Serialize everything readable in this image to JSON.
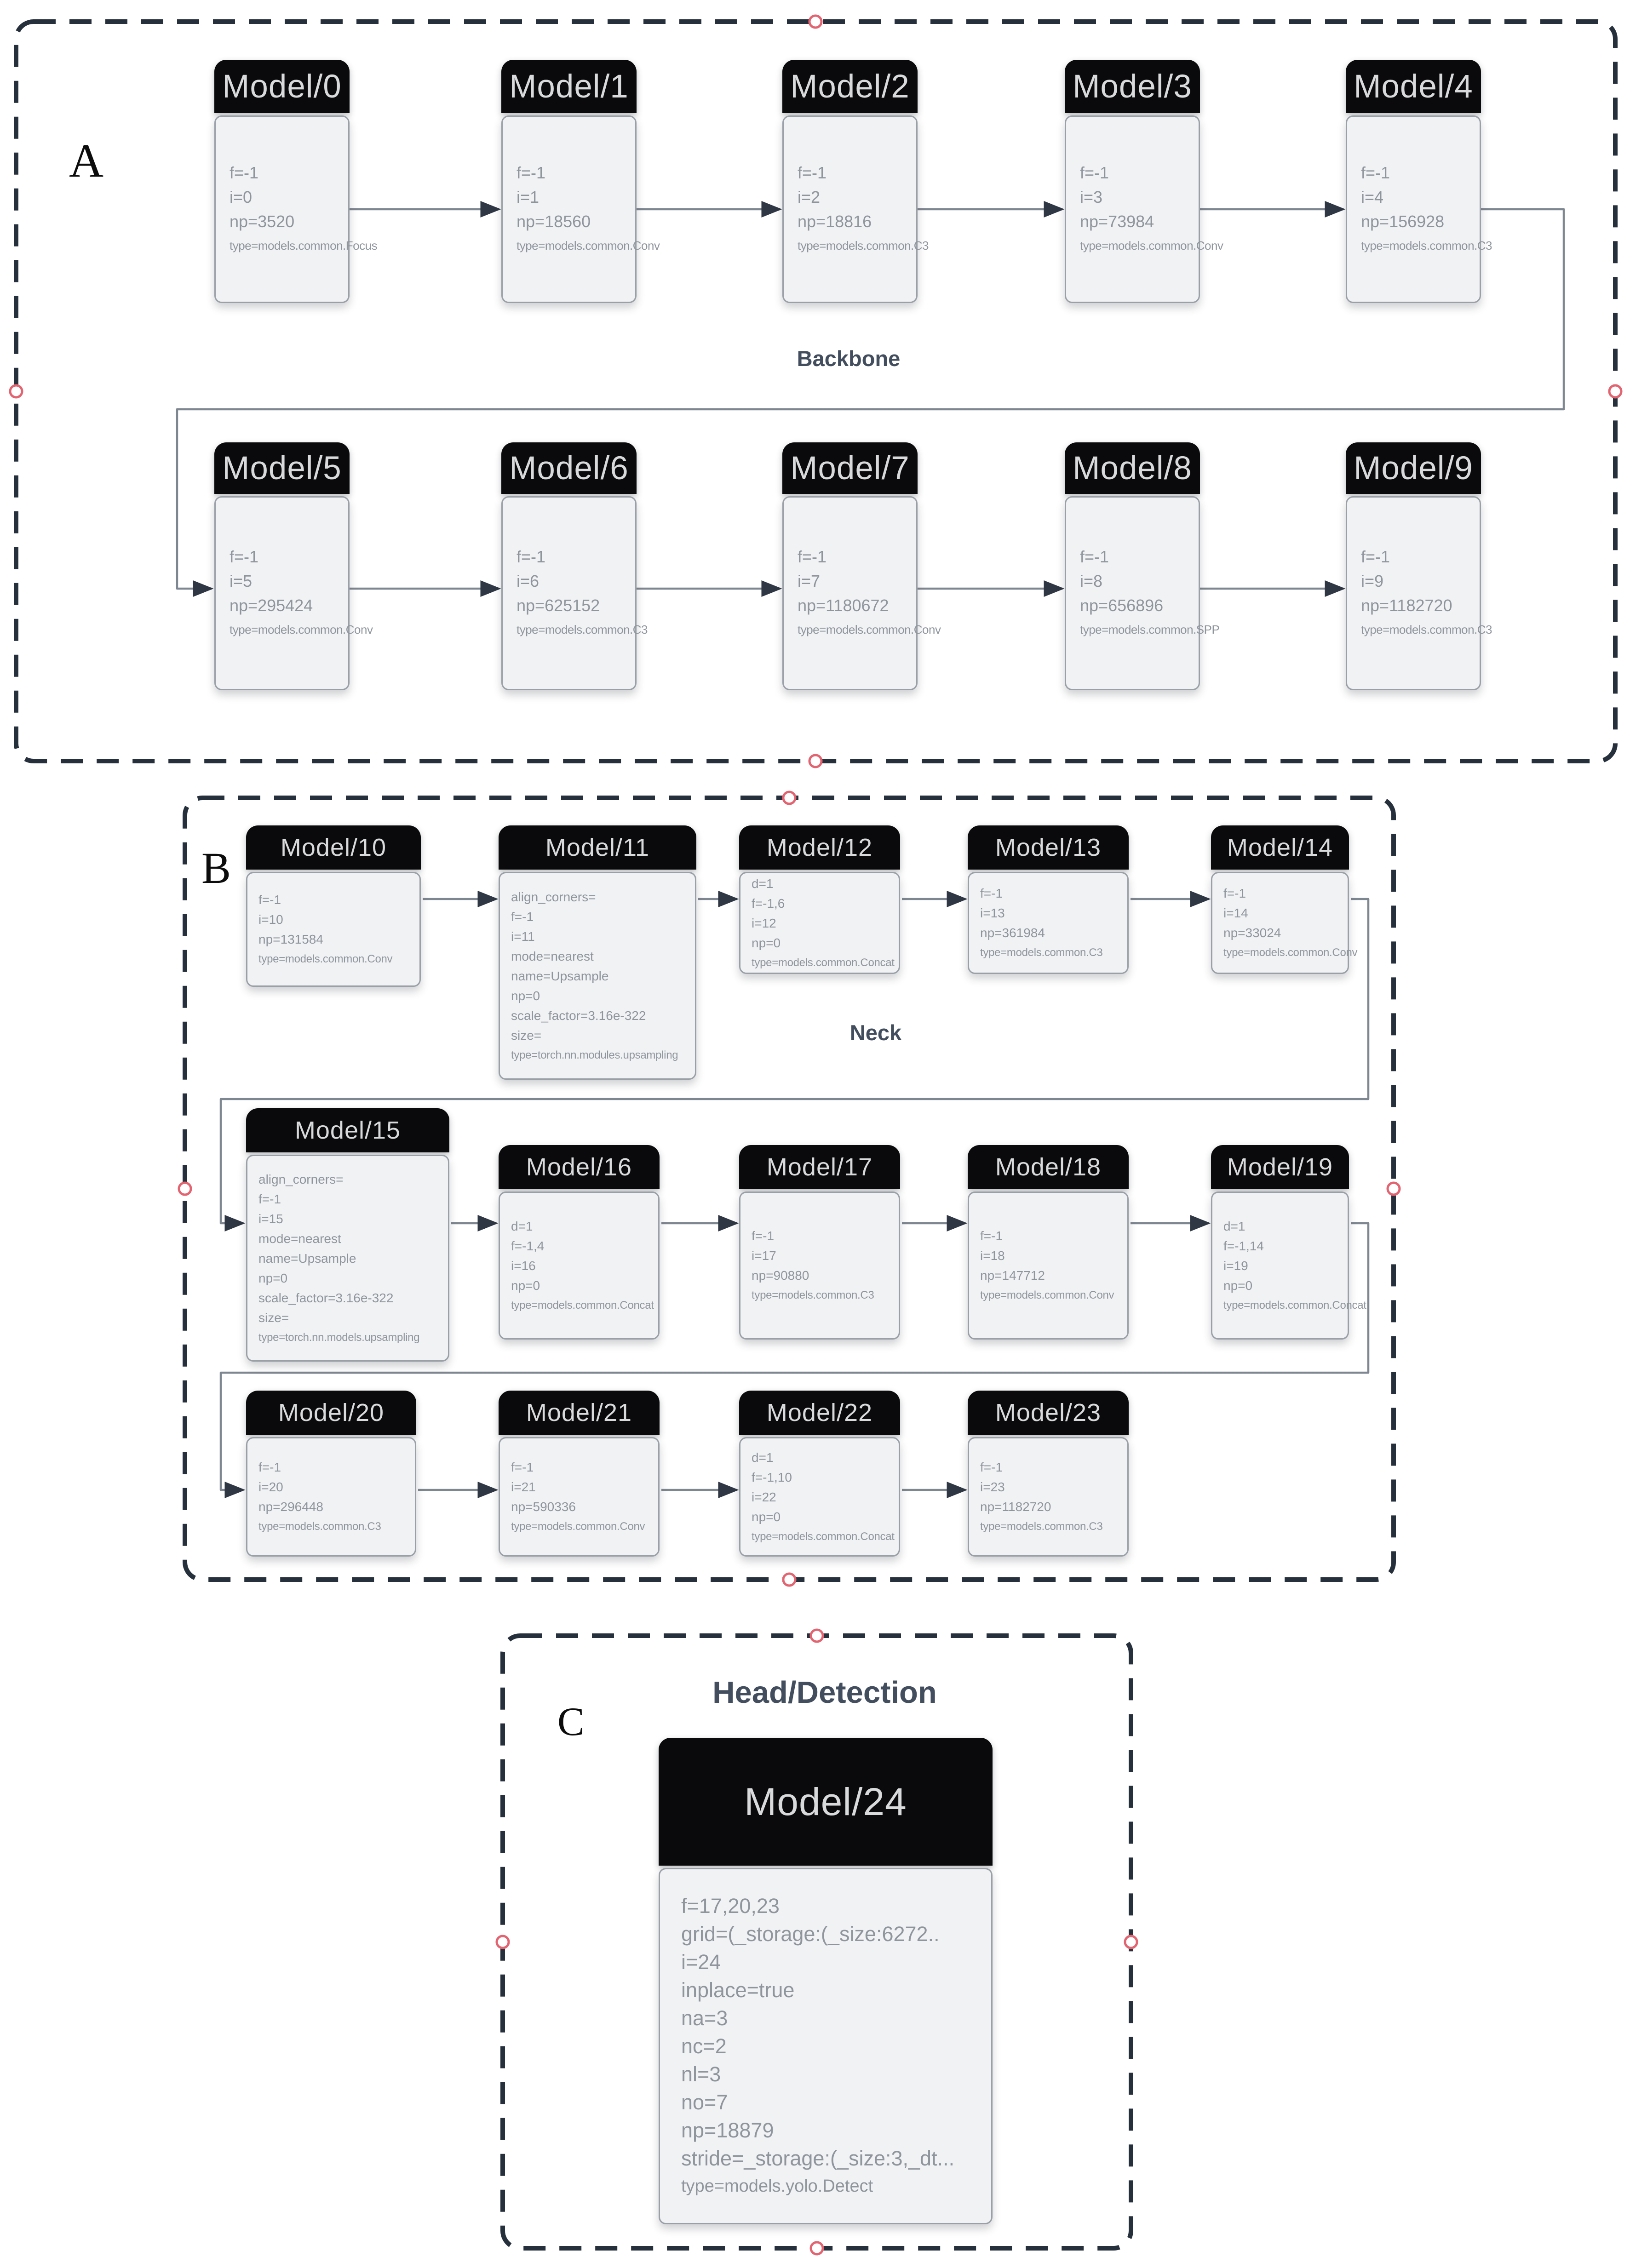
{
  "diagram": {
    "colors": {
      "node_header_bg": "#0a0a0c",
      "node_header_text": "#d9dadc",
      "node_body_bg": "#f1f2f4",
      "node_body_border": "#9aa0a8",
      "node_body_text": "#8f959d",
      "section_border": "#26303c",
      "caption_color": "#424d5d",
      "connector_color": "#7e8690",
      "arrowhead_color": "#2e3743",
      "handle_color": "#e36471"
    },
    "sections": [
      {
        "label": "A",
        "caption": "Backbone",
        "nodes": [
          {
            "title": "Model/0",
            "lines": [
              "f=-1",
              "i=0",
              "np=3520",
              "type=models.common.Focus"
            ]
          },
          {
            "title": "Model/1",
            "lines": [
              "f=-1",
              "i=1",
              "np=18560",
              "type=models.common.Conv"
            ]
          },
          {
            "title": "Model/2",
            "lines": [
              "f=-1",
              "i=2",
              "np=18816",
              "type=models.common.C3"
            ]
          },
          {
            "title": "Model/3",
            "lines": [
              "f=-1",
              "i=3",
              "np=73984",
              "type=models.common.Conv"
            ]
          },
          {
            "title": "Model/4",
            "lines": [
              "f=-1",
              "i=4",
              "np=156928",
              "type=models.common.C3"
            ]
          },
          {
            "title": "Model/5",
            "lines": [
              "f=-1",
              "i=5",
              "np=295424",
              "type=models.common.Conv"
            ]
          },
          {
            "title": "Model/6",
            "lines": [
              "f=-1",
              "i=6",
              "np=625152",
              "type=models.common.C3"
            ]
          },
          {
            "title": "Model/7",
            "lines": [
              "f=-1",
              "i=7",
              "np=1180672",
              "type=models.common.Conv"
            ]
          },
          {
            "title": "Model/8",
            "lines": [
              "f=-1",
              "i=8",
              "np=656896",
              "type=models.common.SPP"
            ]
          },
          {
            "title": "Model/9",
            "lines": [
              "f=-1",
              "i=9",
              "np=1182720",
              "type=models.common.C3"
            ]
          }
        ]
      },
      {
        "label": "B",
        "caption": "Neck",
        "nodes": [
          {
            "title": "Model/10",
            "lines": [
              "f=-1",
              "i=10",
              "np=131584",
              "type=models.common.Conv"
            ]
          },
          {
            "title": "Model/11",
            "lines": [
              "align_corners=",
              "f=-1",
              "i=11",
              "mode=nearest",
              "name=Upsample",
              "np=0",
              "scale_factor=3.16e-322",
              "size=",
              "type=torch.nn.modules.upsampling"
            ]
          },
          {
            "title": "Model/12",
            "lines": [
              "d=1",
              "f=-1,6",
              "i=12",
              "np=0",
              "type=models.common.Concat"
            ]
          },
          {
            "title": "Model/13",
            "lines": [
              "f=-1",
              "i=13",
              "np=361984",
              "type=models.common.C3"
            ]
          },
          {
            "title": "Model/14",
            "lines": [
              "f=-1",
              "i=14",
              "np=33024",
              "type=models.common.Conv"
            ]
          },
          {
            "title": "Model/15",
            "lines": [
              "align_corners=",
              "f=-1",
              "i=15",
              "mode=nearest",
              "name=Upsample",
              "np=0",
              "scale_factor=3.16e-322",
              "size=",
              "type=torch.nn.models.upsampling"
            ]
          },
          {
            "title": "Model/16",
            "lines": [
              "d=1",
              "f=-1,4",
              "i=16",
              "np=0",
              "type=models.common.Concat"
            ]
          },
          {
            "title": "Model/17",
            "lines": [
              "f=-1",
              "i=17",
              "np=90880",
              "type=models.common.C3"
            ]
          },
          {
            "title": "Model/18",
            "lines": [
              "f=-1",
              "i=18",
              "np=147712",
              "type=models.common.Conv"
            ]
          },
          {
            "title": "Model/19",
            "lines": [
              "d=1",
              "f=-1,14",
              "i=19",
              "np=0",
              "type=models.common.Concat"
            ]
          },
          {
            "title": "Model/20",
            "lines": [
              "f=-1",
              "i=20",
              "np=296448",
              "type=models.common.C3"
            ]
          },
          {
            "title": "Model/21",
            "lines": [
              "f=-1",
              "i=21",
              "np=590336",
              "type=models.common.Conv"
            ]
          },
          {
            "title": "Model/22",
            "lines": [
              "d=1",
              "f=-1,10",
              "i=22",
              "np=0",
              "type=models.common.Concat"
            ]
          },
          {
            "title": "Model/23",
            "lines": [
              "f=-1",
              "i=23",
              "np=1182720",
              "type=models.common.C3"
            ]
          }
        ]
      },
      {
        "label": "C",
        "caption": "Head/Detection",
        "nodes": [
          {
            "title": "Model/24",
            "lines": [
              "f=17,20,23",
              "grid=(_storage:(_size:6272..",
              "i=24",
              "inplace=true",
              "na=3",
              "nc=2",
              "nl=3",
              "no=7",
              "np=18879",
              "stride=_storage:(_size:3,_dt...",
              "type=models.yolo.Detect"
            ]
          }
        ]
      }
    ]
  }
}
